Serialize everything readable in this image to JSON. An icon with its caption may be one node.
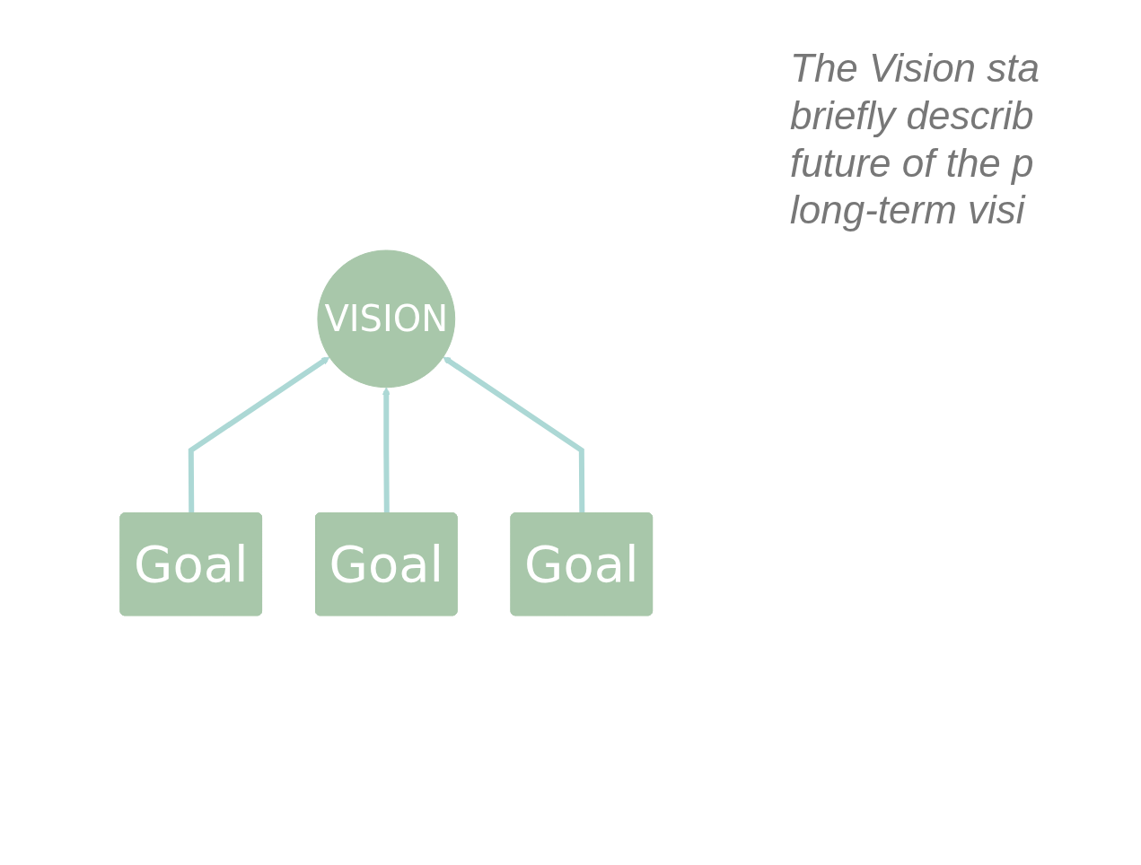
{
  "diagram": {
    "nodes": [
      {
        "text": [
          "VISION"
        ]
      },
      {
        "text": [
          "Goal"
        ]
      },
      {
        "text": [
          "Goal"
        ]
      },
      {
        "text": [
          "Goal"
        ]
      }
    ],
    "edges": [
      {
        "from": 1,
        "to": 0,
        "arrow": "to"
      },
      {
        "from": 2,
        "to": 0,
        "arrow": "to"
      },
      {
        "from": 3,
        "to": 0,
        "arrow": "to"
      }
    ],
    "labels": [
      "The Vision sta briefly describ future of the p long-term visi"
    ]
  }
}
